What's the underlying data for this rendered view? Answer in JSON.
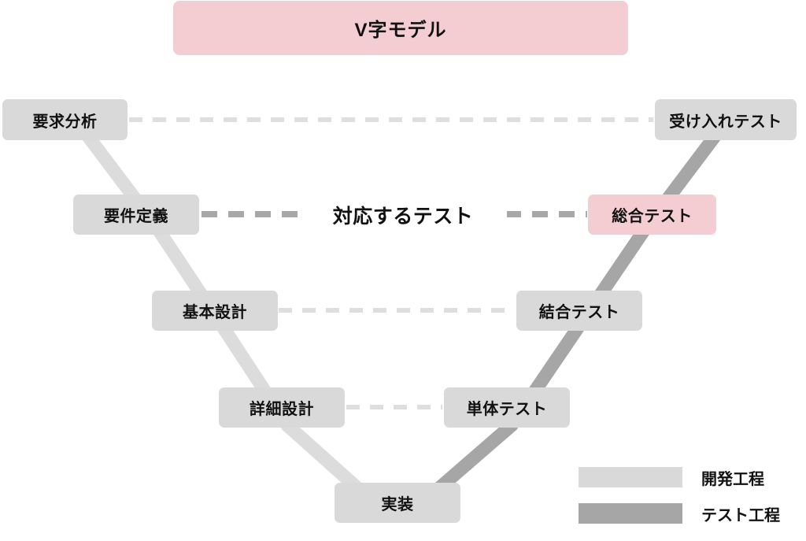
{
  "diagram": {
    "title": "V字モデル",
    "center_annotation": "対応するテスト",
    "colors": {
      "title_banner_bg": "#f4cdd2",
      "highlight_bg": "#f4cdd2",
      "dev_box_bg": "#d9d9d9",
      "test_box_bg": "#d9d9d9",
      "dev_stroke": "#dcdcdc",
      "test_stroke": "#a6a6a6",
      "link_light": "#dcdcdc",
      "link_dark": "#a8a8a8",
      "text": "#111111"
    },
    "left_nodes": [
      {
        "label": "要求分析",
        "level": 1
      },
      {
        "label": "要件定義",
        "level": 2
      },
      {
        "label": "基本設計",
        "level": 3
      },
      {
        "label": "詳細設計",
        "level": 4
      }
    ],
    "right_nodes": [
      {
        "label": "受け入れテスト",
        "level": 1,
        "highlighted": false
      },
      {
        "label": "総合テスト",
        "level": 2,
        "highlighted": true
      },
      {
        "label": "結合テスト",
        "level": 3,
        "highlighted": false
      },
      {
        "label": "単体テスト",
        "level": 4,
        "highlighted": false
      }
    ],
    "bottom_node": {
      "label": "実装"
    },
    "legend": [
      {
        "label": "開発工程",
        "color": "#d9d9d9"
      },
      {
        "label": "テスト工程",
        "color": "#a6a6a6"
      }
    ]
  }
}
